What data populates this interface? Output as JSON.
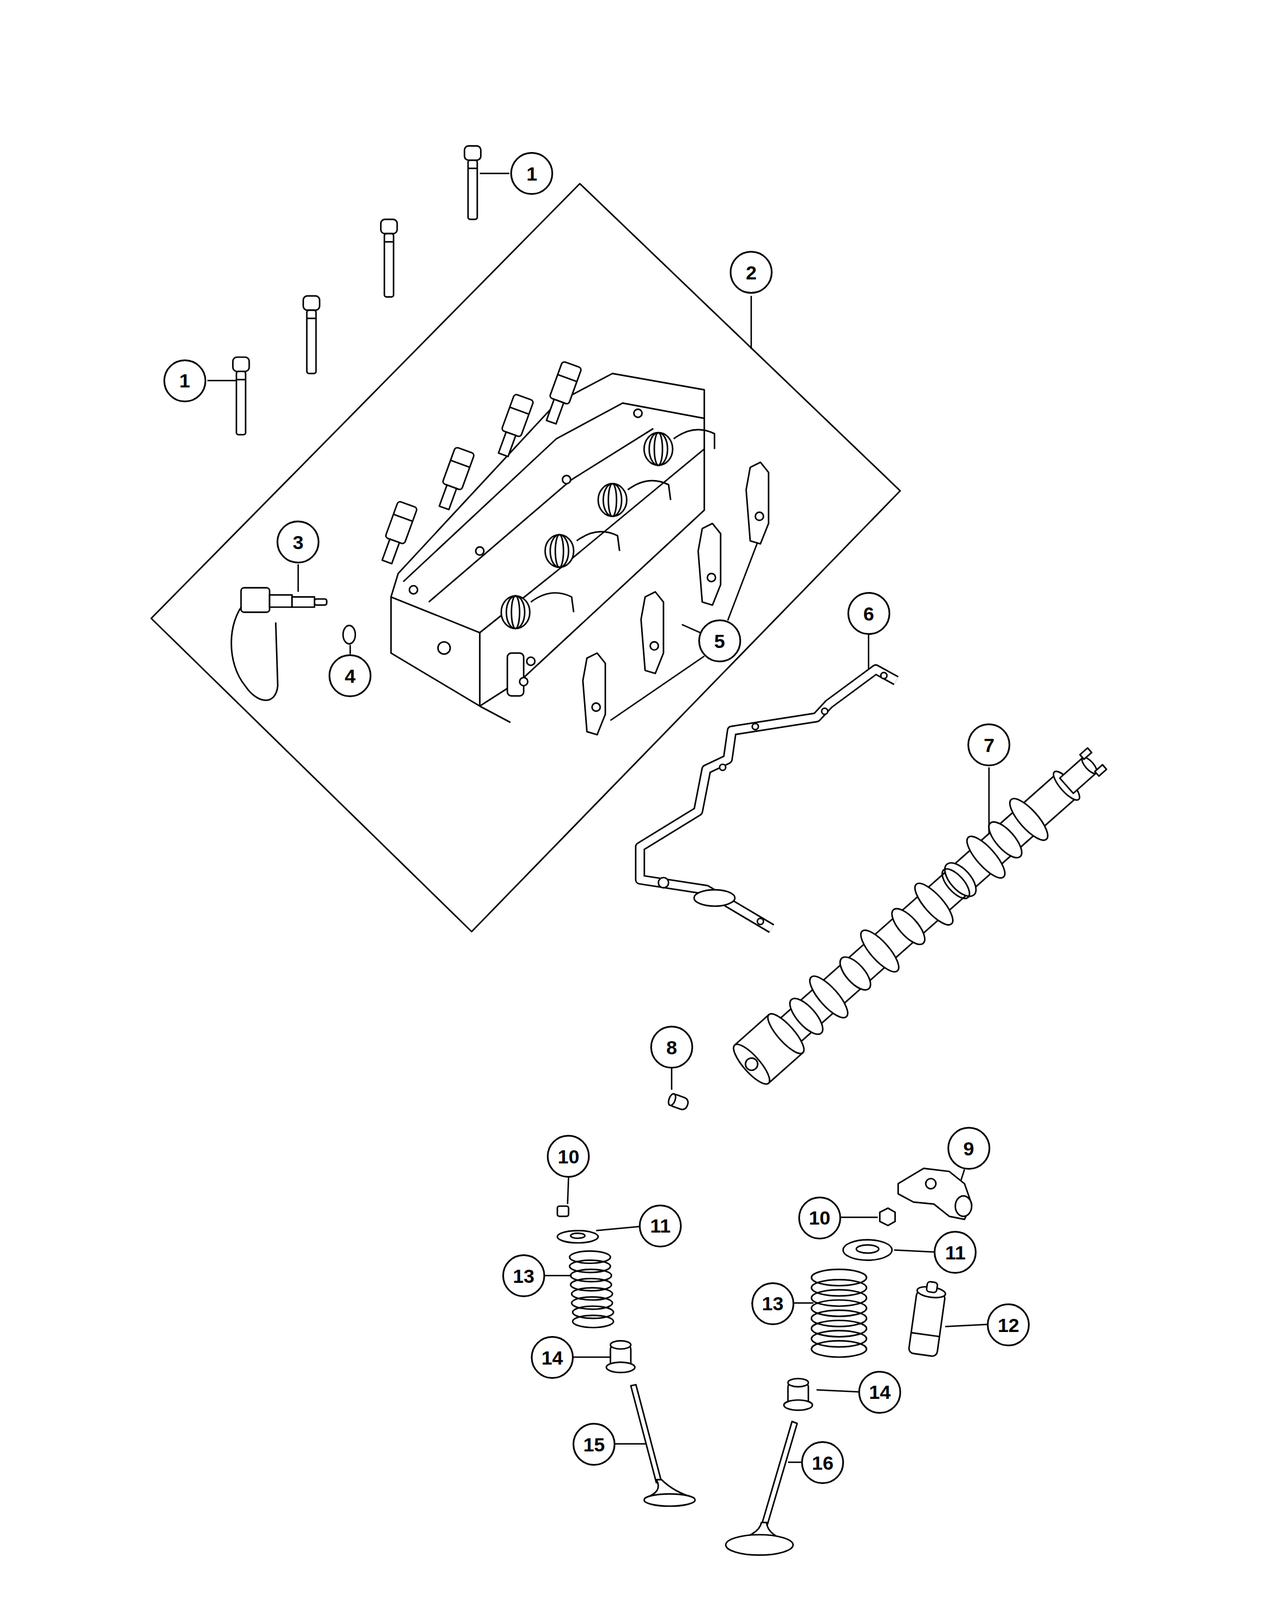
{
  "diagram": {
    "nodes": [
      {
        "text": [
          "1"
        ]
      },
      {
        "text": [
          "2"
        ]
      },
      {
        "text": [
          "1"
        ]
      },
      {
        "text": [
          "3"
        ]
      },
      {
        "text": [
          "5"
        ]
      },
      {
        "text": [
          "4"
        ]
      },
      {
        "text": [
          "6"
        ]
      },
      {
        "text": [
          "7"
        ]
      },
      {
        "text": [
          "8"
        ]
      },
      {
        "text": [
          "10"
        ]
      },
      {
        "text": [
          "9"
        ]
      },
      {
        "text": [
          "11"
        ]
      },
      {
        "text": [
          "10"
        ]
      },
      {
        "text": [
          "11"
        ]
      },
      {
        "text": [
          "13"
        ]
      },
      {
        "text": [
          "12"
        ]
      },
      {
        "text": [
          "13"
        ]
      },
      {
        "text": [
          "14"
        ]
      },
      {
        "text": [
          "14"
        ]
      },
      {
        "text": [
          "15"
        ]
      },
      {
        "text": [
          "16"
        ]
      }
    ]
  }
}
